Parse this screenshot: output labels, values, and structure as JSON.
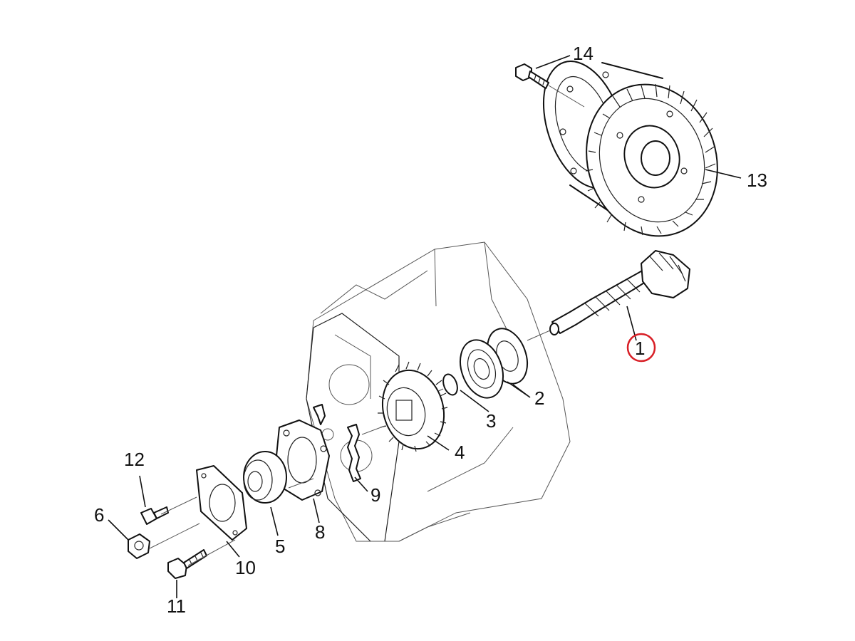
{
  "diagram": {
    "highlight_color": "#d81f26",
    "line_color": "#111111",
    "callouts": [
      {
        "id": "c1",
        "label": "1"
      },
      {
        "id": "c2",
        "label": "2"
      },
      {
        "id": "c3",
        "label": "3"
      },
      {
        "id": "c4",
        "label": "4"
      },
      {
        "id": "c5",
        "label": "5"
      },
      {
        "id": "c6",
        "label": "6"
      },
      {
        "id": "c8",
        "label": "8"
      },
      {
        "id": "c9",
        "label": "9"
      },
      {
        "id": "c10",
        "label": "10"
      },
      {
        "id": "c11",
        "label": "11"
      },
      {
        "id": "c12",
        "label": "12"
      },
      {
        "id": "c13",
        "label": "13"
      },
      {
        "id": "c14",
        "label": "14"
      }
    ],
    "highlighted_callout": "1"
  }
}
